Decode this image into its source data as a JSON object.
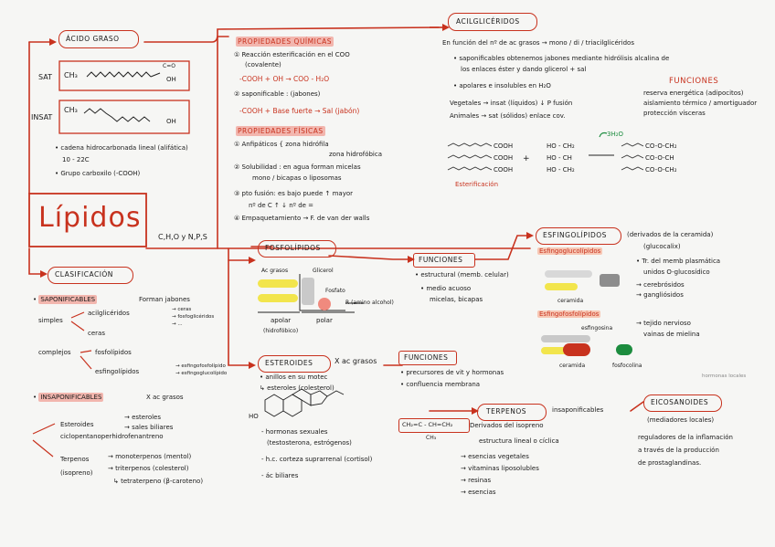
{
  "title": "Lípidos",
  "composition": "C,H,O y N,P,S",
  "acido_graso": {
    "header": "ÁCIDO GRASO",
    "sat_label": "SAT",
    "insat_label": "INSAT",
    "sat_formula_left": "CH₃",
    "sat_formula_right": "OH",
    "sat_formula_top": "C=O",
    "insat_formula_left": "CH₃",
    "insat_formula_right": "OH",
    "notes": [
      "• cadena hidrocarbonada lineal (alifática)",
      "10 - 22C",
      "• Grupo carboxilo (-COOH)"
    ]
  },
  "propiedades_quimicas": {
    "header": "PROPIEDADES QUÍMICAS",
    "items": [
      "① Reacción esterificación en el COO",
      "(covalente)",
      "-COOH + OH → COO - H₂O",
      "② saponificable : (jabones)",
      "-COOH + Base fuerte → Sal (jabón)"
    ]
  },
  "propiedades_fisicas": {
    "header": "PROPIEDADES FÍSICAS",
    "items": [
      "① Anfipáticos { zona hidrófila",
      "zona hidrofóbica",
      "② Solubilidad : en agua forman micelas",
      "mono / bicapas o liposomas",
      "③ pto fusión: es bajo puede ↑ mayor",
      "nº de C ↑  ↓ nº de =",
      "④ Empaquetamiento → F. de van der walls"
    ]
  },
  "acilgliceridos": {
    "header": "ACILGLICÉRIDOS",
    "intro": "En función del nº de ac grasos → mono / di / triacilglicéridos",
    "bullets": [
      "• saponificables obtenemos jabones mediante hidrólisis alcalina de",
      "los enlaces éster y dando glicerol + sal",
      "• apolares e insolubles en H₂O"
    ],
    "vegetales": "Vegetales → insat (líquidos) ↓ P fusión",
    "animales": "Animales → sat (sólidos) enlace cov.",
    "funciones_header": "FUNCIONES",
    "funciones": [
      "reserva energética (adipocitos)",
      "aislamiento térmico / amortiguador",
      "protección vísceras"
    ],
    "reaction_left": [
      "COOH",
      "COOH",
      "COOH"
    ],
    "reaction_mid": [
      "HO - CH₂",
      "HO - CH",
      "HO - CH₂"
    ],
    "reaction_right": [
      "CO-O-CH₂",
      "CO-O-CH",
      "CO-O-CH₂"
    ],
    "water": "3H₂O",
    "esterificacion": "Esterificación"
  },
  "clasificacion": {
    "header": "CLASIFICACIÓN",
    "saponificables": "SAPONIFICABLES",
    "saponificables_note": "Forman jabones",
    "simples": "simples",
    "acilgliceridos": "acilglicéridos",
    "ceras": "ceras",
    "sub_acil": [
      "→ ceras",
      "→ fosfoglicéridos",
      "→ ..."
    ],
    "complejos": "complejos",
    "fosfolipidos": "fosfolípidos",
    "esfingolipidos": "esfingolípidos",
    "sub_esfingo": [
      "→ esfingofosfolípido",
      "→ esfingoglucolípido"
    ],
    "insaponificables": "INSAPONIFICABLES",
    "insap_note": "X ac grasos",
    "esteroides": "Esteroides",
    "esteroides_sub": [
      "→ esteroles",
      "→ sales biliares"
    ],
    "ciclopentano": "ciclopentanoperhidrofenantreno",
    "terpenos": "Terpenos",
    "isopreno": "(isopreno)",
    "terpenos_sub": [
      "→ monoterpenos (mentol)",
      "→ triterpenos (colesterol)",
      "↳ tetraterpeno (β-caroteno)"
    ]
  },
  "fosfolipidos": {
    "header": "FOSFOLÍPIDOS",
    "labels": [
      "Ac grasos",
      "Glicerol",
      "Fosfato",
      "R (amino alcohol)"
    ],
    "apolar": "apolar",
    "polar": "polar",
    "tail_note": "(hidrofóbico)",
    "funciones_header": "FUNCIONES",
    "funciones": [
      "• estructural (memb. celular)",
      "• medio acuoso",
      "micelas, bicapas"
    ]
  },
  "esfingolipidos": {
    "header": "ESFINGOLÍPIDOS",
    "note": "(derivados de la ceramida)",
    "glucolipidos": "Esfingoglucolípidos",
    "fosfolipidos": "Esfingofosfolípidos",
    "glucolipidos_notes": [
      "(glucocalix)",
      "• Tr. del memb plasmática",
      "unidos O-glucosídico",
      "→ cerebrósidos",
      "→ gangliósidos"
    ],
    "fosfolipidos_notes": [
      "→ tejido nervioso",
      "vainas de mielina"
    ],
    "ceramida": "ceramida",
    "esfingosina": "esfingosina",
    "fosfocolina": "fosfocolina",
    "hormonas": "hormonas locales"
  },
  "esteroides": {
    "header": "ESTEROIDES",
    "note": "X ac grasos",
    "lines": [
      "• anillos en su motec",
      "↳ esteroles (colesterol)"
    ],
    "ho": "HO",
    "derivados": [
      "- hormonas sexuales",
      "(testosterona, estrógenos)",
      "- h.c. corteza suprarrenal (cortisol)",
      "- ác biliares"
    ],
    "funciones_header": "FUNCIONES",
    "funciones": [
      "• precursores de vit y hormonas",
      "• confluencia membrana"
    ]
  },
  "terpenos": {
    "header": "TERPENOS",
    "note": "insaponificables",
    "formula": "CH₂=C - CH=CH₂",
    "formula_sub": "CH₃",
    "derivado": "Derivados del isopreno",
    "estructura": "estructura lineal o cíclica",
    "items": [
      "→ esencias vegetales",
      "→ vitaminas liposolubles",
      "→ resinas",
      "→ esencias"
    ]
  },
  "eicosanoides": {
    "header": "EICOSANOIDES",
    "note": "(mediadores locales)",
    "lines": [
      "reguladores de la inflamación",
      "a través de la producción",
      "de prostaglandinas."
    ]
  }
}
